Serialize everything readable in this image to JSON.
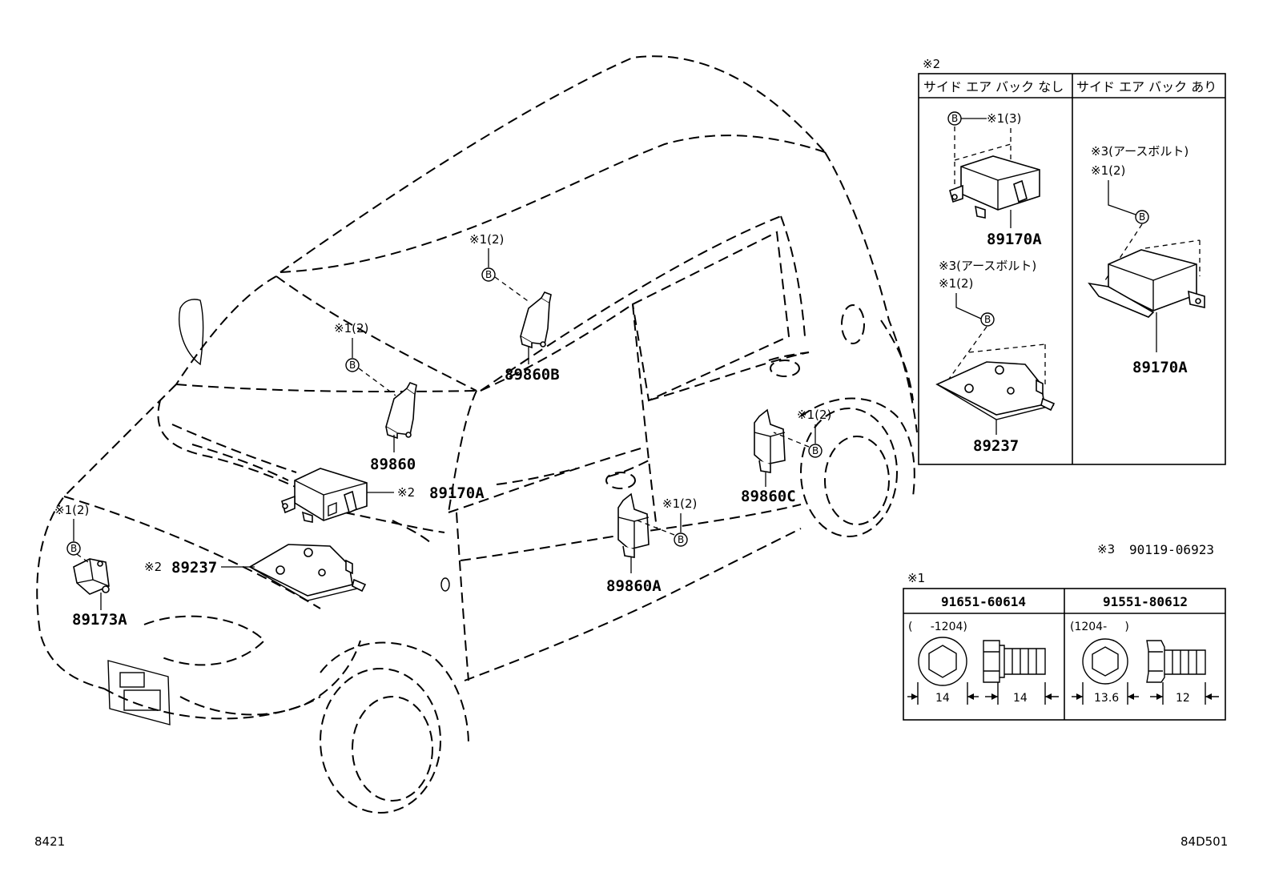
{
  "labels": {
    "p89860B": "89860B",
    "p89860": "89860",
    "p89170A_main": "89170A",
    "p89237_main": "89237",
    "p89173A": "89173A",
    "p89860C": "89860C",
    "p89860A": "89860A",
    "ref_x2": "※2",
    "ref_x1_2": "※1(2)",
    "circle_b": "B"
  },
  "side_table": {
    "note": "※2",
    "col1_header": "サイド エア バック なし",
    "col2_header": "サイド エア バック あり",
    "col1_ref_top": "※1(3)",
    "col1_part_top": "89170A",
    "col1_ref_mid_a": "※3(アースボルト)",
    "col1_ref_mid_b": "※1(2)",
    "col1_part_bottom": "89237",
    "col2_ref_a": "※3(アースボルト)",
    "col2_ref_b": "※1(2)",
    "col2_part": "89170A"
  },
  "bolt_note": {
    "mark": "※3",
    "part_no": "90119-06923"
  },
  "bolt_table": {
    "note": "※1",
    "col1_part": "91651-60614",
    "col1_range": "(     -1204)",
    "col1_dim_a": "14",
    "col1_dim_b": "14",
    "col2_part": "91551-80612",
    "col2_range": "(1204-     )",
    "col2_dim_a": "13.6",
    "col2_dim_b": "12"
  },
  "footer": {
    "left_code": "8421",
    "right_code": "84D501"
  }
}
